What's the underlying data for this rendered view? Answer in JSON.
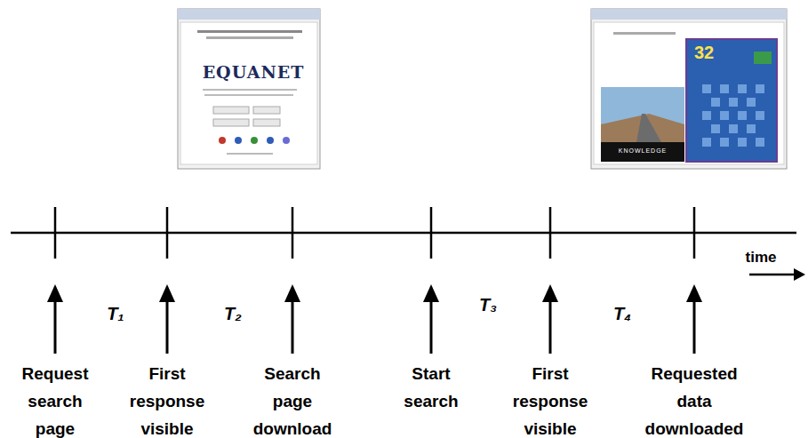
{
  "diagram": {
    "labels": [
      "EQUANET",
      "32",
      "KNOWLEDGE",
      "T₁",
      "T₂",
      "T₃",
      "T₄",
      "time",
      "Request search page",
      "First response visible",
      "Search page download",
      "Start search",
      "First response visible",
      "Requested data downloaded"
    ]
  }
}
